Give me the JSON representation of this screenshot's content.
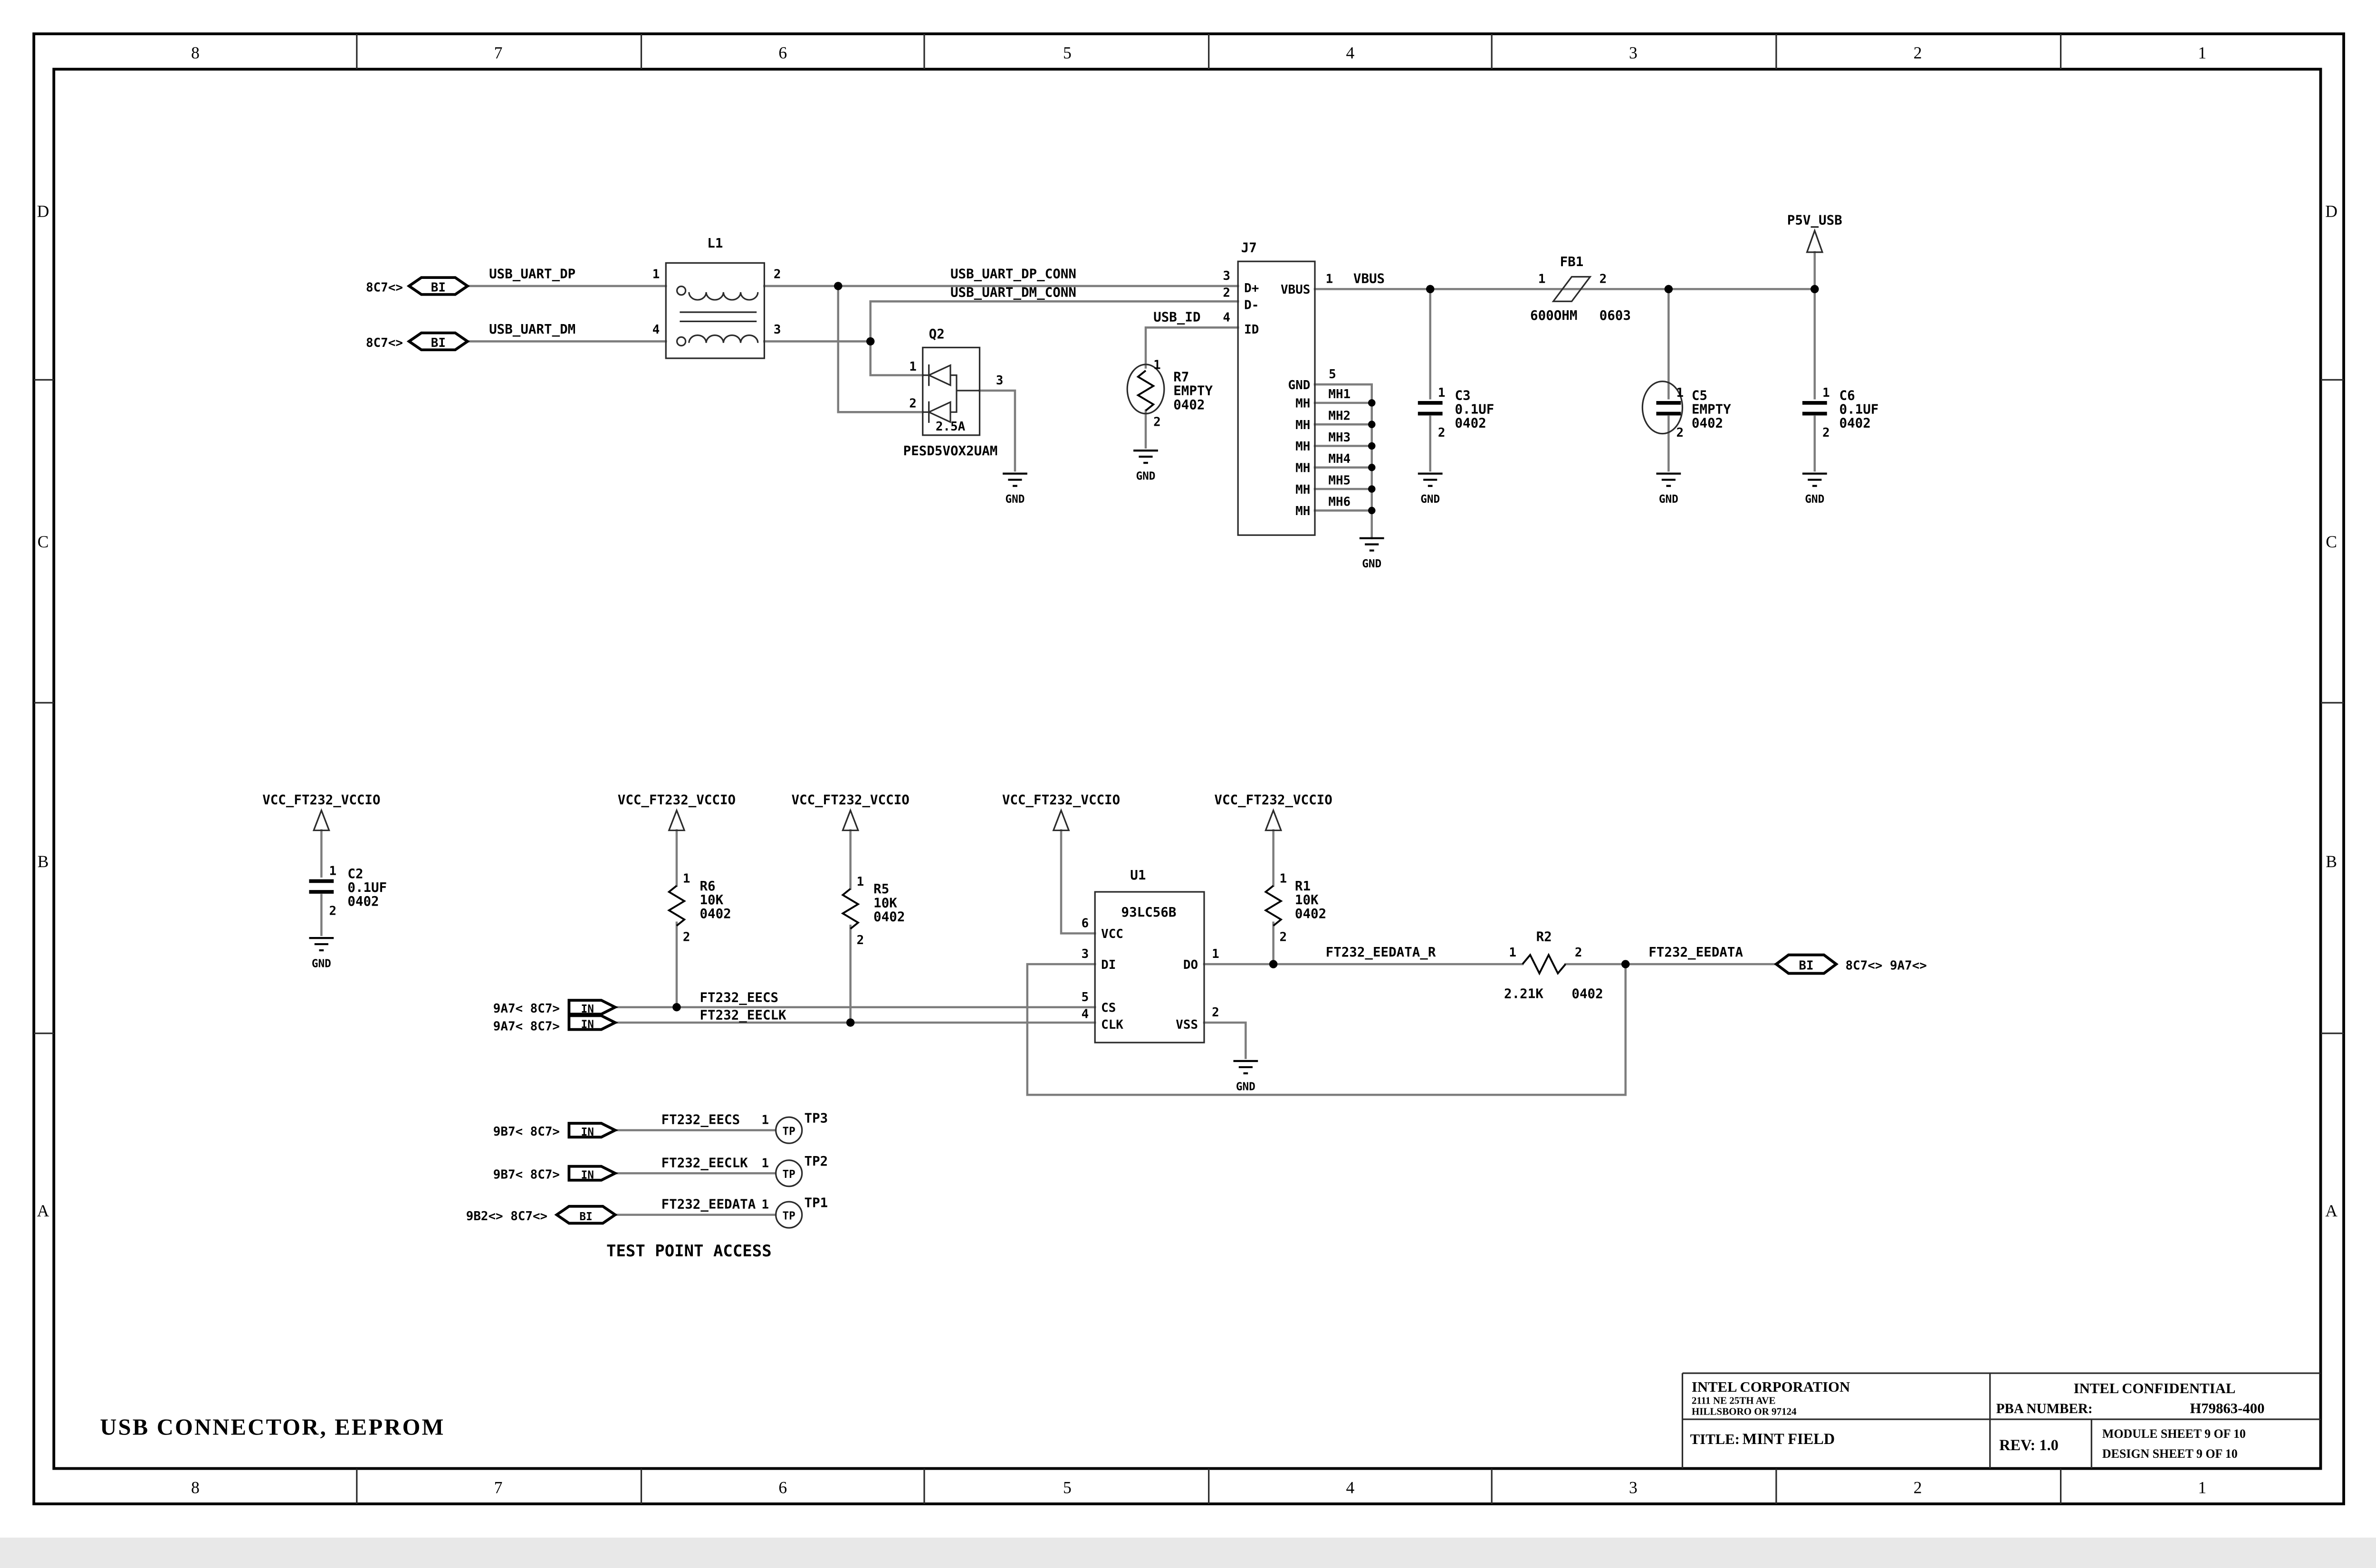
{
  "frame": {
    "cols": [
      "8",
      "7",
      "6",
      "5",
      "4",
      "3",
      "2",
      "1"
    ],
    "rows": [
      "D",
      "C",
      "B",
      "A"
    ],
    "sheet_title": "USB CONNECTOR, EEPROM"
  },
  "title_block": {
    "company": "INTEL CORPORATION",
    "address_line1": "2111 NE 25TH AVE",
    "address_line2": "HILLSBORO OR 97124",
    "confidential": "INTEL CONFIDENTIAL",
    "pba_label": "PBA NUMBER:",
    "pba_number": "H79863-400",
    "title_label": "TITLE:",
    "title": "MINT FIELD",
    "rev": "REV: 1.0",
    "module_sheet": "MODULE SHEET 9 OF 10",
    "design_sheet": "DESIGN SHEET 9 OF 10"
  },
  "pins": {
    "p1": "1",
    "p2": "2",
    "p3": "3",
    "p4": "4",
    "p5": "5",
    "p6": "6"
  },
  "nets": {
    "usb_uart_dp": "USB_UART_DP",
    "usb_uart_dm": "USB_UART_DM",
    "usb_uart_dp_conn": "USB_UART_DP_CONN",
    "usb_uart_dm_conn": "USB_UART_DM_CONN",
    "usb_id": "USB_ID",
    "vbus": "VBUS",
    "p5v_usb": "P5V_USB",
    "gnd": "GND",
    "vcc": "VCC_FT232_VCCIO",
    "ft232_eecs": "FT232_EECS",
    "ft232_eeclk": "FT232_EECLK",
    "ft232_eedata_r": "FT232_EEDATA_R",
    "ft232_eedata": "FT232_EEDATA",
    "mh": [
      "MH1",
      "MH2",
      "MH3",
      "MH4",
      "MH5",
      "MH6"
    ]
  },
  "flags": {
    "bi": "BI",
    "in": "IN",
    "ref_8c7": "8C7<>",
    "ref_out": "8C7<>  9A7<>",
    "ref_in": "9A7<  8C7>",
    "ref_tp_in": "9B7<  8C7>",
    "ref_tp_bi": "9B2<>  8C7<>"
  },
  "components": {
    "l1": {
      "ref": "L1"
    },
    "q2": {
      "ref": "Q2",
      "rating": "2.5A",
      "part": "PESD5VOX2UAM"
    },
    "r7": {
      "ref": "R7",
      "value": "EMPTY",
      "size": "0402"
    },
    "j7": {
      "ref": "J7",
      "pin_dp": "D+",
      "pin_dm": "D-",
      "pin_id": "ID",
      "pin_vbus": "VBUS",
      "pin_gnd": "GND",
      "pin_mh": "MH"
    },
    "c3": {
      "ref": "C3",
      "value": "0.1UF",
      "size": "0402"
    },
    "fb1": {
      "ref": "FB1",
      "value": "600OHM",
      "size": "0603"
    },
    "c5": {
      "ref": "C5",
      "value": "EMPTY",
      "size": "0402"
    },
    "c6": {
      "ref": "C6",
      "value": "0.1UF",
      "size": "0402"
    },
    "c2": {
      "ref": "C2",
      "value": "0.1UF",
      "size": "0402"
    },
    "r6": {
      "ref": "R6",
      "value": "10K",
      "size": "0402"
    },
    "r5": {
      "ref": "R5",
      "value": "10K",
      "size": "0402"
    },
    "r1": {
      "ref": "R1",
      "value": "10K",
      "size": "0402"
    },
    "r2": {
      "ref": "R2",
      "value": "2.21K",
      "size": "0402"
    },
    "u1": {
      "ref": "U1",
      "part": "93LC56B",
      "pin_vcc": "VCC",
      "pin_di": "DI",
      "pin_cs": "CS",
      "pin_clk": "CLK",
      "pin_do": "DO",
      "pin_vss": "VSS"
    },
    "tp3": {
      "ref": "TP3"
    },
    "tp2": {
      "ref": "TP2"
    },
    "tp1": {
      "ref": "TP1"
    }
  },
  "labels": {
    "tp": "TP",
    "test_point_access": "TEST POINT ACCESS"
  }
}
